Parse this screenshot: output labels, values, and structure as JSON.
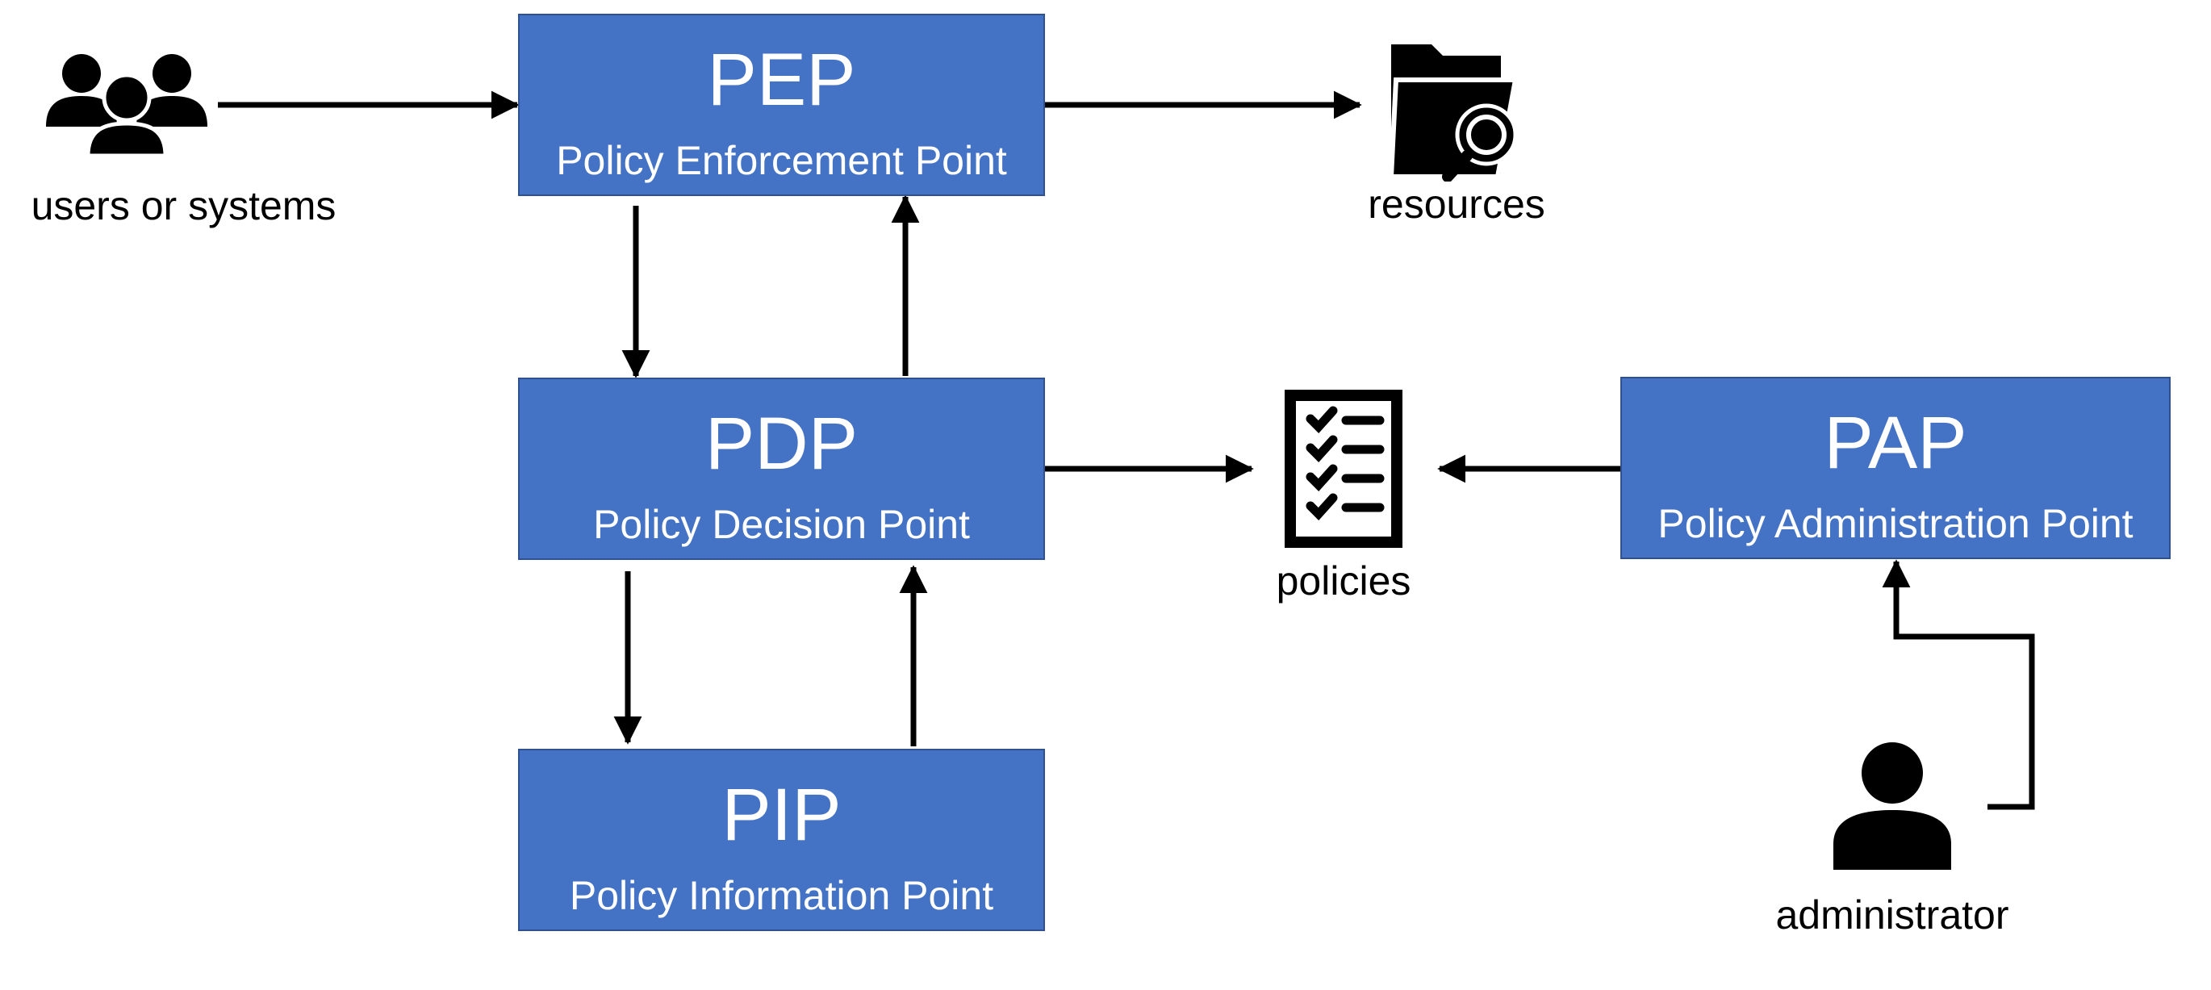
{
  "colors": {
    "box_fill": "#4472c4",
    "box_border": "#2f528f",
    "box_text": "#ffffff",
    "arrow": "#000000",
    "label_text": "#000000"
  },
  "components": {
    "pep": {
      "abbr": "PEP",
      "full": "Policy Enforcement Point"
    },
    "pdp": {
      "abbr": "PDP",
      "full": "Policy Decision Point"
    },
    "pip": {
      "abbr": "PIP",
      "full": "Policy Information Point"
    },
    "pap": {
      "abbr": "PAP",
      "full": "Policy Administration Point"
    }
  },
  "actors": {
    "users": {
      "label": "users or systems",
      "icon": "users-group-icon"
    },
    "resources": {
      "label": "resources",
      "icon": "folder-search-icon"
    },
    "policies": {
      "label": "policies",
      "icon": "checklist-icon"
    },
    "administrator": {
      "label": "administrator",
      "icon": "person-icon"
    }
  },
  "connections": [
    {
      "from": "users",
      "to": "pep"
    },
    {
      "from": "pep",
      "to": "resources"
    },
    {
      "from": "pep",
      "to": "pdp"
    },
    {
      "from": "pdp",
      "to": "pep"
    },
    {
      "from": "pdp",
      "to": "policies"
    },
    {
      "from": "pap",
      "to": "policies"
    },
    {
      "from": "pdp",
      "to": "pip"
    },
    {
      "from": "pip",
      "to": "pdp"
    },
    {
      "from": "administrator",
      "to": "pap"
    }
  ]
}
